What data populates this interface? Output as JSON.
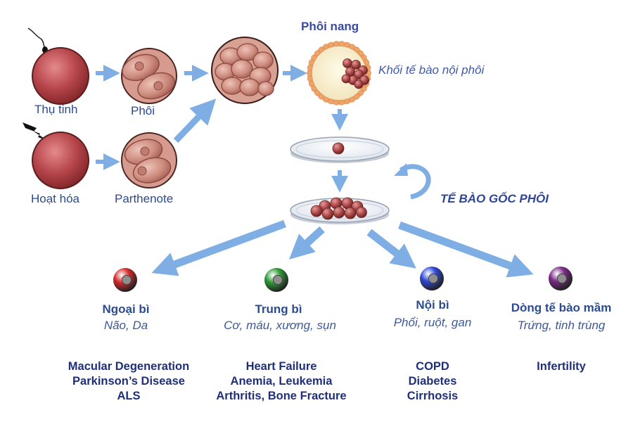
{
  "labels": {
    "fertilization": "Thụ tinh",
    "embryo": "Phôi",
    "activation": "Hoạt hóa",
    "parthenote": "Parthenote",
    "blastocyst": "Phôi nang",
    "inner_cell_mass": "Khối tế bào nội phôi",
    "embryonic_stem_cells": "TẾ BÀO GỐC PHÔI"
  },
  "germ_layers": [
    {
      "name": "Ngoại bì",
      "tissues": "Não, Da",
      "color": "#d42a2a",
      "diseases": [
        "Macular Degeneration",
        "Parkinson’s Disease",
        "ALS"
      ]
    },
    {
      "name": "Trung bì",
      "tissues": "Cơ, máu, xương, sụn",
      "color": "#2e9a36",
      "diseases": [
        "Heart Failure",
        "Anemia, Leukemia",
        "Arthritis, Bone Fracture"
      ]
    },
    {
      "name": "Nội bì",
      "tissues": "Phổi, ruột, gan",
      "color": "#2f48d6",
      "diseases": [
        "COPD",
        "Diabetes",
        "Cirrhosis"
      ]
    },
    {
      "name": "Dòng tế bào mầm",
      "tissues": "Trứng, tinh trùng",
      "color": "#7a2a86",
      "diseases": [
        "Infertility"
      ]
    }
  ],
  "colors": {
    "arrow": "#7eaee3",
    "egg": "#b5454a",
    "dish_rim": "#b9bfc9",
    "text": "#2b3f8c"
  }
}
